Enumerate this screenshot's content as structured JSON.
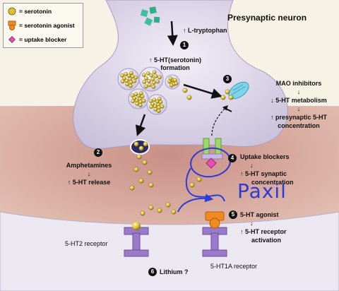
{
  "legend": {
    "serotonin": "= serotonin",
    "agonist": "= serotonin agonist",
    "blocker": "= uptake blocker"
  },
  "title": "Presynaptic neuron",
  "steps": {
    "n1": "1",
    "n2": "2",
    "n3": "3",
    "n4": "4",
    "n5": "5",
    "n6": "6"
  },
  "labels": {
    "tryptophan": "L-tryptophan",
    "formation_1": "5-HT(serotonin)",
    "formation_2": "formation",
    "mao_1": "MAO inhibitors",
    "mao_2": "5-HT metabolism",
    "mao_3": "presynaptic 5-HT",
    "mao_4": "concentration",
    "amph_1": "Amphetamines",
    "amph_2": "5-HT release",
    "uptake_1": "Uptake blockers",
    "uptake_2": "5-HT synaptic",
    "uptake_3": "concentration",
    "agonist_1": "5-HT agonist",
    "agonist_2": "5-HT receptor",
    "agonist_3": "activation",
    "ht2": "5-HT2 receptor",
    "ht1a": "5-HT1A receptor",
    "lithium": "Lithium ?",
    "handwritten": "Paxil"
  }
}
